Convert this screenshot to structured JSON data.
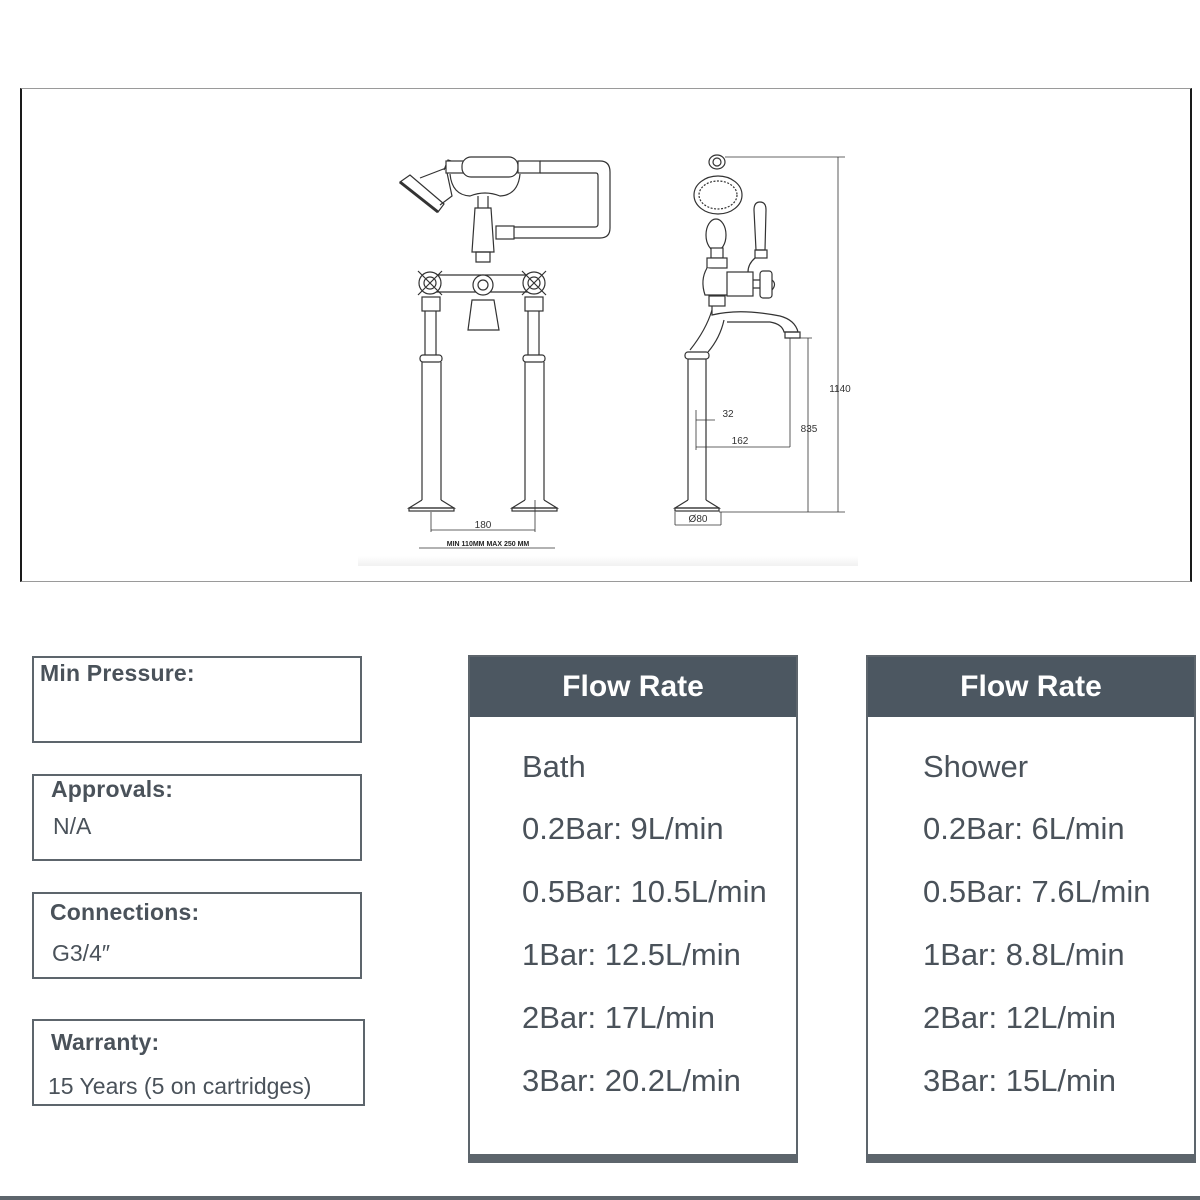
{
  "drawing": {
    "dimensions": {
      "center_distance": "180",
      "range": "MIN 110MM  MAX 250 MM",
      "total_height": "1140",
      "spout_height": "835",
      "spout_offset_small": "32",
      "spout_reach": "162",
      "base_diameter": "Ø80"
    }
  },
  "specs": [
    {
      "label": "Min Pressure:",
      "value": ""
    },
    {
      "label": "Approvals:",
      "value": "N/A"
    },
    {
      "label": "Connections:",
      "value": "G3/4″"
    },
    {
      "label": "Warranty:",
      "value": "15 Years (5 on cartridges)"
    }
  ],
  "flow_cards": [
    {
      "title": "Flow Rate",
      "subtitle": "Bath",
      "rows": [
        "0.2Bar: 9L/min",
        "0.5Bar: 10.5L/min",
        "1Bar: 12.5L/min",
        "2Bar: 17L/min",
        "3Bar: 20.2L/min"
      ]
    },
    {
      "title": "Flow Rate",
      "subtitle": "Shower",
      "rows": [
        "0.2Bar: 6L/min",
        "0.5Bar: 7.6L/min",
        "1Bar: 8.8L/min",
        "2Bar: 12L/min",
        "3Bar: 15L/min"
      ]
    }
  ],
  "colors": {
    "header_bg": "#4c5761",
    "border": "#5d656c",
    "text": "#4a525a"
  }
}
